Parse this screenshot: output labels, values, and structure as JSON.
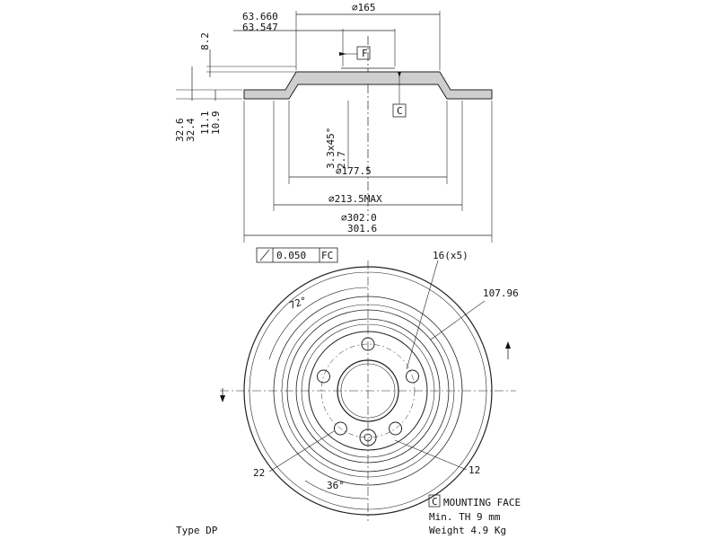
{
  "dimensions": {
    "hub_bore_upper": "63.660",
    "hub_bore_lower": "63.547",
    "hat_diameter": "⌀165",
    "hat_height": "8.2",
    "datum_f": "F",
    "datum_c": "C",
    "total_height_upper": "32.6",
    "total_height_lower": "32.4",
    "disc_thickness_upper": "11.1",
    "disc_thickness_lower": "10.9",
    "chamfer": "3.3x45°",
    "chamfer_lower": "2.7",
    "friction_inner_dia": "⌀177.5",
    "max_dia": "⌀213.5MAX",
    "outer_dia_upper": "⌀302.0",
    "outer_dia_lower": "301.6",
    "runout_tolerance": "0.050",
    "runout_datum": "FC",
    "bolt_holes": "16(x5)",
    "pcd": "107.96",
    "angle_72": "72°",
    "angle_36": "36°",
    "callout_22": "22",
    "callout_12": "12"
  },
  "notes": {
    "mounting_face_tag": "C",
    "mounting_face": "MOUNTING FACE",
    "min_thickness": "Min. TH 9 mm",
    "weight": "Weight 4.9 Kg",
    "type": "Type DP"
  }
}
